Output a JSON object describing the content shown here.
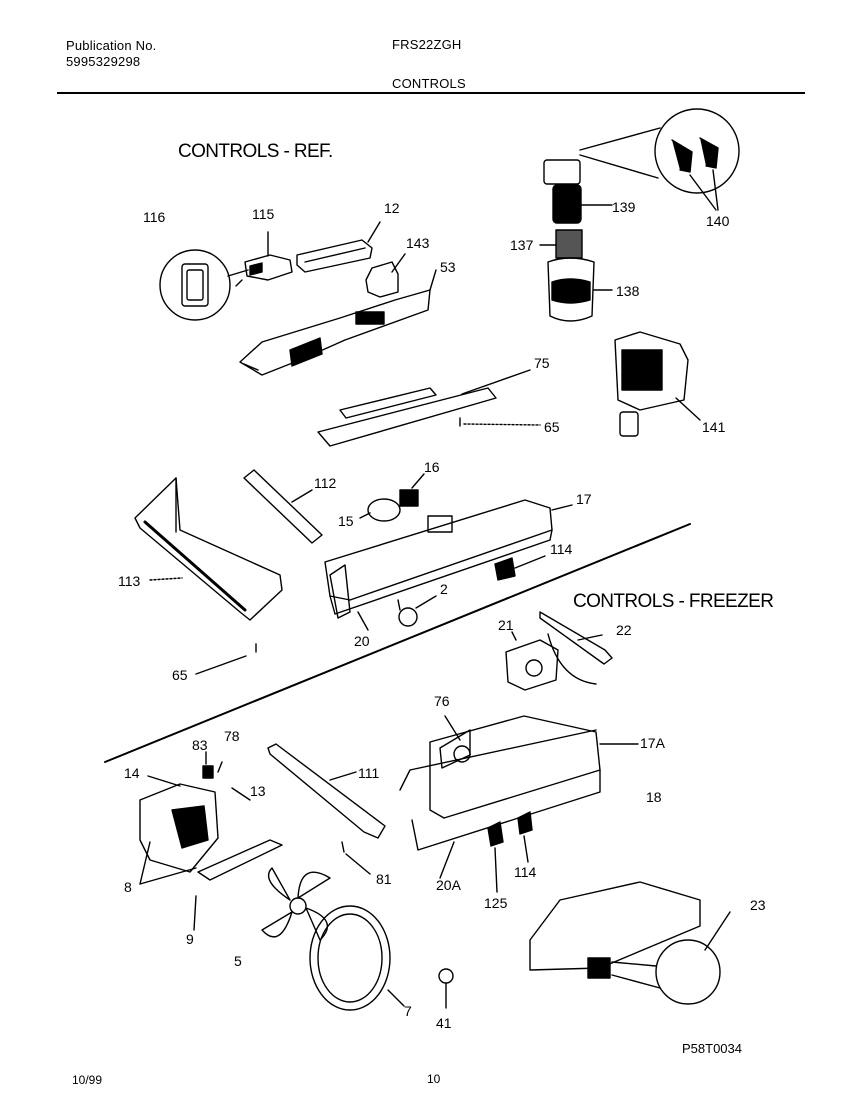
{
  "header": {
    "publication_label": "Publication No.",
    "publication_number": "5995329298",
    "model": "FRS22ZGH",
    "page_title": "CONTROLS"
  },
  "sections": {
    "ref_title": "CONTROLS - REF.",
    "freezer_title": "CONTROLS - FREEZER"
  },
  "callouts": {
    "c116": "116",
    "c115": "115",
    "c12": "12",
    "c143": "143",
    "c53": "53",
    "c139": "139",
    "c140": "140",
    "c137": "137",
    "c138": "138",
    "c141": "141",
    "c75": "75",
    "c65a": "65",
    "c16": "16",
    "c112": "112",
    "c17": "17",
    "c15": "15",
    "c114a": "114",
    "c113": "113",
    "c2": "2",
    "c20": "20",
    "c65b": "65",
    "c21": "21",
    "c22": "22",
    "c76": "76",
    "c17a": "17A",
    "c83": "83",
    "c78": "78",
    "c14": "14",
    "c111": "111",
    "c13": "13",
    "c18": "18",
    "c81": "81",
    "c8": "8",
    "c20a": "20A",
    "c114b": "114",
    "c125": "125",
    "c9": "9",
    "c23": "23",
    "c5": "5",
    "c7": "7",
    "c41": "41"
  },
  "footer": {
    "date": "10/99",
    "page_number": "10",
    "drawing_code": "P58T0034"
  }
}
